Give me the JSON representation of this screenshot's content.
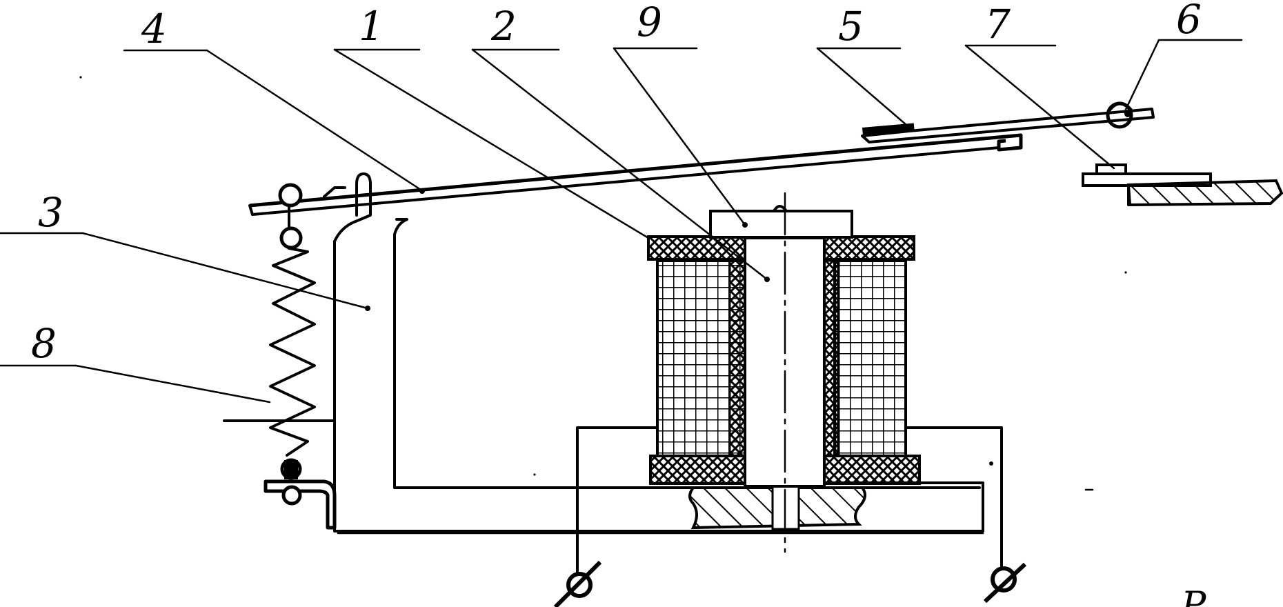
{
  "diagram": {
    "labels": [
      "4",
      "1",
      "2",
      "9",
      "5",
      "7",
      "6",
      "3",
      "8"
    ],
    "corner_text": "Р"
  },
  "colors": {
    "ink": "#000000",
    "paper": "#ffffff"
  }
}
